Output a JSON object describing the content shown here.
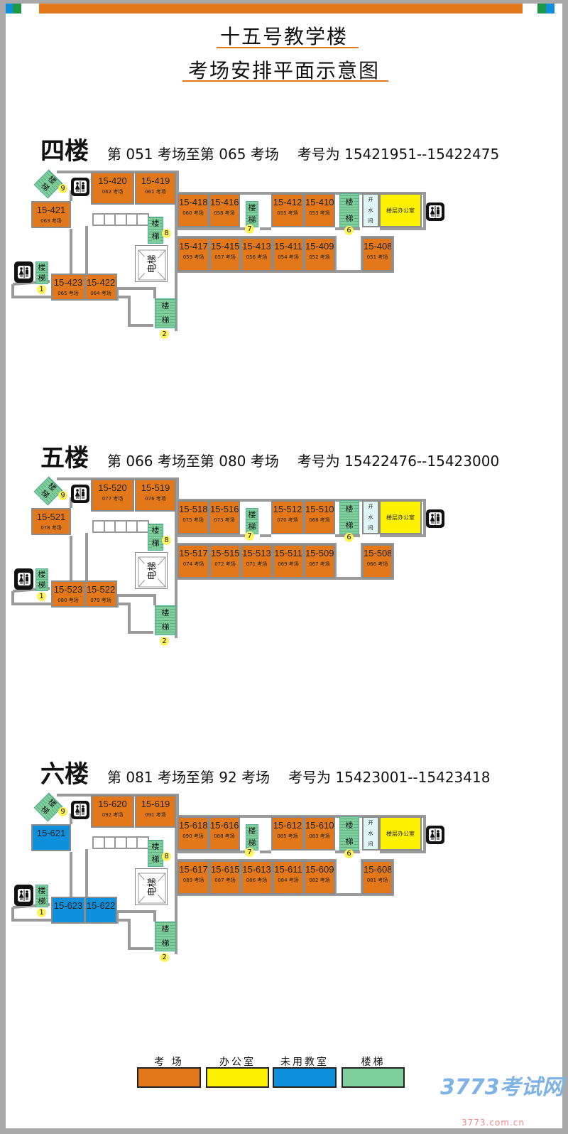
{
  "header": {
    "title": "十五号教学楼",
    "subtitle": "考场安排平面示意图",
    "colors": {
      "accent": "#e2781a",
      "frame": "#a9a9a9"
    }
  },
  "room_colors": {
    "exam": "#e2781a",
    "office": "#fff200",
    "unused": "#0e90dc",
    "stairs": "#7fcf9c"
  },
  "common": {
    "stair_label": [
      "楼",
      "梯"
    ],
    "elevator_label": "电梯",
    "water_label": [
      "开",
      "水",
      "间"
    ],
    "office_label": "楼层办公室"
  },
  "floors": [
    {
      "name": "四楼",
      "range": "第 051 考场至第 065 考场",
      "ids": "考号为 15421951--15422475",
      "stair_numbers": [
        "9",
        "8",
        "7",
        "6",
        "1",
        "2"
      ],
      "rooms": [
        {
          "id": "15-420",
          "exam": "062 考场",
          "type": "exam"
        },
        {
          "id": "15-419",
          "exam": "061 考场",
          "type": "exam"
        },
        {
          "id": "15-421",
          "exam": "063 考场",
          "type": "exam"
        },
        {
          "id": "15-418",
          "exam": "060 考场",
          "type": "exam"
        },
        {
          "id": "15-416",
          "exam": "058 考场",
          "type": "exam"
        },
        {
          "id": "15-412",
          "exam": "055 考场",
          "type": "exam"
        },
        {
          "id": "15-410",
          "exam": "053 考场",
          "type": "exam"
        },
        {
          "id": "15-417",
          "exam": "059 考场",
          "type": "exam"
        },
        {
          "id": "15-415",
          "exam": "057 考场",
          "type": "exam"
        },
        {
          "id": "15-413",
          "exam": "056 考场",
          "type": "exam"
        },
        {
          "id": "15-411",
          "exam": "054 考场",
          "type": "exam"
        },
        {
          "id": "15-409",
          "exam": "052 考场",
          "type": "exam"
        },
        {
          "id": "15-408",
          "exam": "051 考场",
          "type": "exam"
        },
        {
          "id": "15-423",
          "exam": "065 考场",
          "type": "exam"
        },
        {
          "id": "15-422",
          "exam": "064 考场",
          "type": "exam"
        }
      ]
    },
    {
      "name": "五楼",
      "range": "第 066 考场至第 080 考场",
      "ids": "考号为 15422476--15423000",
      "stair_numbers": [
        "9",
        "8",
        "7",
        "6",
        "1",
        "2"
      ],
      "rooms": [
        {
          "id": "15-520",
          "exam": "077 考场",
          "type": "exam"
        },
        {
          "id": "15-519",
          "exam": "076 考场",
          "type": "exam"
        },
        {
          "id": "15-521",
          "exam": "078 考场",
          "type": "exam"
        },
        {
          "id": "15-518",
          "exam": "075 考场",
          "type": "exam"
        },
        {
          "id": "15-516",
          "exam": "073 考场",
          "type": "exam"
        },
        {
          "id": "15-512",
          "exam": "070 考场",
          "type": "exam"
        },
        {
          "id": "15-510",
          "exam": "068 考场",
          "type": "exam"
        },
        {
          "id": "15-517",
          "exam": "074 考场",
          "type": "exam"
        },
        {
          "id": "15-515",
          "exam": "072 考场",
          "type": "exam"
        },
        {
          "id": "15-513",
          "exam": "071 考场",
          "type": "exam"
        },
        {
          "id": "15-511",
          "exam": "069 考场",
          "type": "exam"
        },
        {
          "id": "15-509",
          "exam": "067 考场",
          "type": "exam"
        },
        {
          "id": "15-508",
          "exam": "066 考场",
          "type": "exam"
        },
        {
          "id": "15-523",
          "exam": "080 考场",
          "type": "exam"
        },
        {
          "id": "15-522",
          "exam": "079 考场",
          "type": "exam"
        }
      ]
    },
    {
      "name": "六楼",
      "range": "第 081 考场至第 92 考场",
      "ids": "考号为 15423001--15423418",
      "stair_numbers": [
        "9",
        "8",
        "7",
        "6",
        "1",
        "2"
      ],
      "rooms": [
        {
          "id": "15-620",
          "exam": "092 考场",
          "type": "exam"
        },
        {
          "id": "15-619",
          "exam": "091 考场",
          "type": "exam"
        },
        {
          "id": "15-621",
          "exam": "",
          "type": "unused"
        },
        {
          "id": "15-618",
          "exam": "090 考场",
          "type": "exam"
        },
        {
          "id": "15-616",
          "exam": "088 考场",
          "type": "exam"
        },
        {
          "id": "15-612",
          "exam": "085 考场",
          "type": "exam"
        },
        {
          "id": "15-610",
          "exam": "083 考场",
          "type": "exam"
        },
        {
          "id": "15-617",
          "exam": "089 考场",
          "type": "exam"
        },
        {
          "id": "15-615",
          "exam": "087 考场",
          "type": "exam"
        },
        {
          "id": "15-613",
          "exam": "086 考场",
          "type": "exam"
        },
        {
          "id": "15-611",
          "exam": "084 考场",
          "type": "exam"
        },
        {
          "id": "15-609",
          "exam": "082 考场",
          "type": "exam"
        },
        {
          "id": "15-608",
          "exam": "081 考场",
          "type": "exam"
        },
        {
          "id": "15-623",
          "exam": "",
          "type": "unused"
        },
        {
          "id": "15-622",
          "exam": "",
          "type": "unused"
        }
      ]
    }
  ],
  "legend": [
    {
      "label": "考 场",
      "type": "exam"
    },
    {
      "label": "办公室",
      "type": "office"
    },
    {
      "label": "未用教室",
      "type": "unused"
    },
    {
      "label": "楼梯",
      "type": "stairs"
    }
  ],
  "watermark": {
    "logo": "3773考试网",
    "site": "3773.com.cn"
  }
}
